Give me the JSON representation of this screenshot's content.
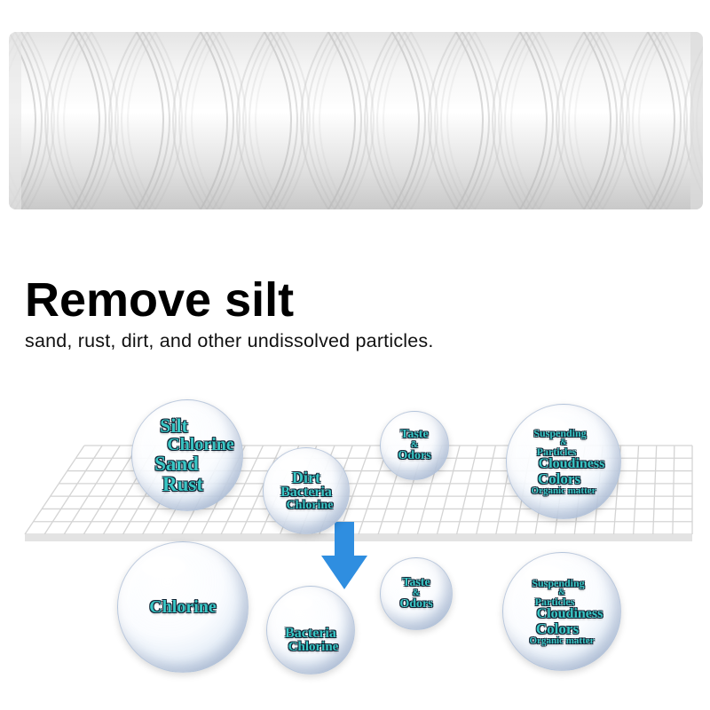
{
  "headline": "Remove silt",
  "subline": "sand, rust, dirt, and other undissolved particles.",
  "arrow_icon": "down-arrow-icon",
  "colors": {
    "bubble_text": "#39c7c5",
    "arrow": "#2f8ee0",
    "mesh": "#d8d8d8"
  },
  "before_filter": {
    "bubble1": {
      "w1": "Silt",
      "w2": "Chlorine",
      "w3": "Sand",
      "w4": "Rust"
    },
    "bubble2": {
      "w1": "Dirt",
      "w2": "Bacteria",
      "w3": "Chlorine"
    },
    "bubble3": {
      "w1": "Taste",
      "w2": "&",
      "w3": "Odors"
    },
    "bubble4": {
      "w1": "Suspending",
      "w2": "&",
      "w3": "Particles",
      "w4": "Cloudiness",
      "w5": "Colors",
      "w6": "Organic matter"
    }
  },
  "after_filter": {
    "bubble1": {
      "w1": "Chlorine"
    },
    "bubble2": {
      "w1": "Bacteria",
      "w2": "Chlorine"
    },
    "bubble3": {
      "w1": "Taste",
      "w2": "&",
      "w3": "Odors"
    },
    "bubble4": {
      "w1": "Suspending",
      "w2": "&",
      "w3": "Particles",
      "w4": "Cloudiness",
      "w5": "Colors",
      "w6": "Organic matter"
    }
  }
}
